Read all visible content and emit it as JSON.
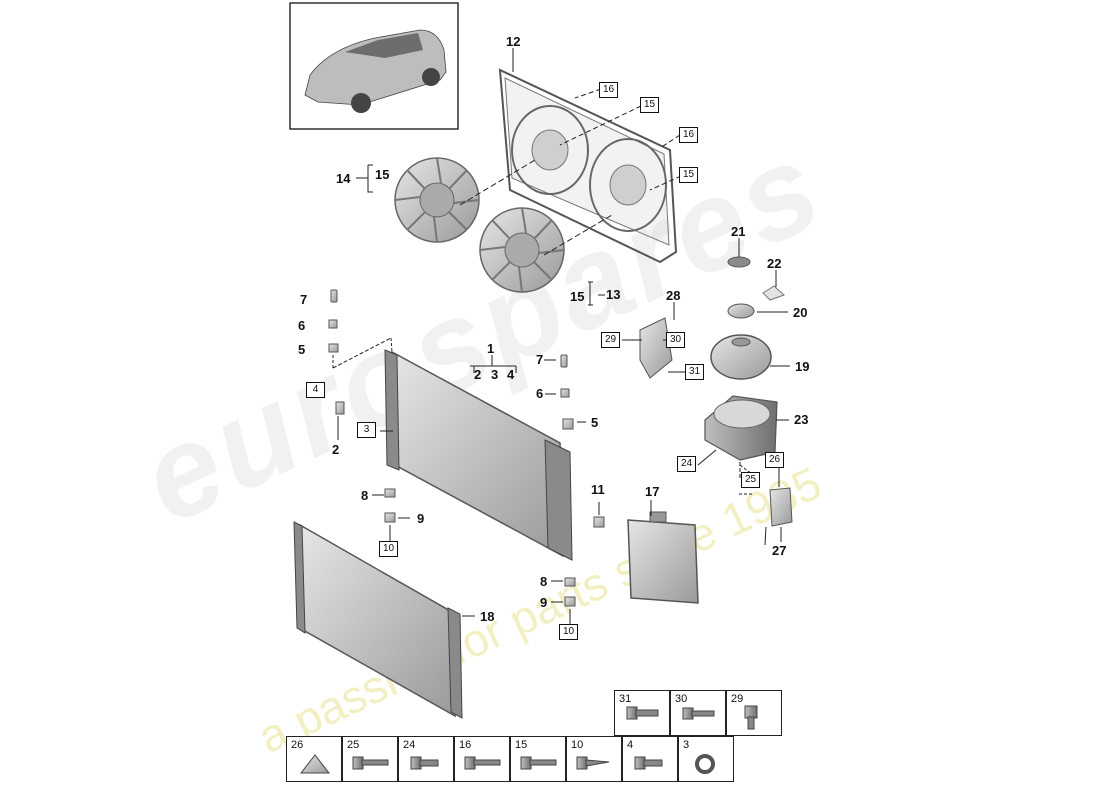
{
  "watermark": {
    "brand_text": "eurospares",
    "slogan": "a passion for parts since 1985",
    "colors": {
      "brand": "#c8c8c8",
      "slogan": "#e6e27a"
    }
  },
  "callouts": {
    "c1": "1",
    "c2a": "2",
    "c2b": "2",
    "c3": "3",
    "c4": "4",
    "c5a": "5",
    "c5b": "5",
    "c6a": "6",
    "c6b": "6",
    "c7a": "7",
    "c7b": "7",
    "c8a": "8",
    "c8b": "8",
    "c9a": "9",
    "c9b": "9",
    "c11": "11",
    "c12": "12",
    "c13": "13",
    "c14": "14",
    "c15a": "15",
    "c15b": "15",
    "c17": "17",
    "c18": "18",
    "c19": "19",
    "c20": "20",
    "c21": "21",
    "c22": "22",
    "c23": "23",
    "c27": "27",
    "c28": "28"
  },
  "boxed": {
    "b3": "3",
    "b4": "4",
    "b10a": "10",
    "b10b": "10",
    "b15a": "15",
    "b15b": "15",
    "b16a": "16",
    "b16b": "16",
    "b24": "24",
    "b25": "25",
    "b26": "26",
    "b29": "29",
    "b30": "30",
    "b31": "31"
  },
  "fastener_table": {
    "top_row": [
      "31",
      "30",
      "29"
    ],
    "bottom_row": [
      "26",
      "25",
      "24",
      "16",
      "15",
      "10",
      "4",
      "3"
    ]
  }
}
